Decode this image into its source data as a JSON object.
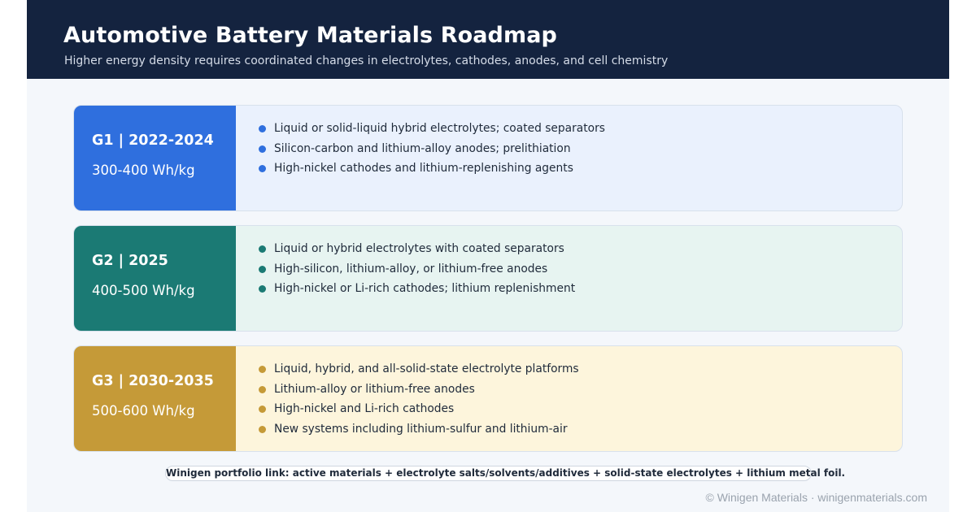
{
  "header": {
    "title": "Automotive Battery Materials Roadmap",
    "subtitle": "Higher energy density requires coordinated changes in electrolytes, cathodes, anodes, and cell chemistry"
  },
  "generations": [
    {
      "label": "G1 | 2022-2024",
      "density": "300-400 Wh/kg",
      "accent_color": "#2f6fde",
      "panel_color": "#eaf1fd",
      "items": [
        "Liquid or solid-liquid hybrid electrolytes; coated separators",
        "Silicon-carbon and lithium-alloy anodes; prelithiation",
        "High-nickel cathodes and lithium-replenishing agents"
      ]
    },
    {
      "label": "G2 | 2025",
      "density": "400-500 Wh/kg",
      "accent_color": "#1b7a74",
      "panel_color": "#e7f4f1",
      "items": [
        "Liquid or hybrid electrolytes with coated separators",
        "High-silicon, lithium-alloy, or lithium-free anodes",
        "High-nickel or Li-rich cathodes; lithium replenishment"
      ]
    },
    {
      "label": "G3 | 2030-2035",
      "density": "500-600 Wh/kg",
      "accent_color": "#c59a38",
      "panel_color": "#fdf5dc",
      "items": [
        "Liquid, hybrid, and all-solid-state electrolyte platforms",
        "Lithium-alloy or lithium-free anodes",
        "High-nickel and Li-rich cathodes",
        "New systems including lithium-sulfur and lithium-air"
      ]
    }
  ],
  "footer": {
    "portfolio_note": "Winigen portfolio link: active materials + electrolyte salts/solvents/additives + solid-state electrolytes + lithium metal foil.",
    "copyright": "© Winigen Materials · winigenmaterials.com"
  },
  "colors": {
    "header_bg": "#14233f",
    "page_bg": "#f4f7fb"
  }
}
